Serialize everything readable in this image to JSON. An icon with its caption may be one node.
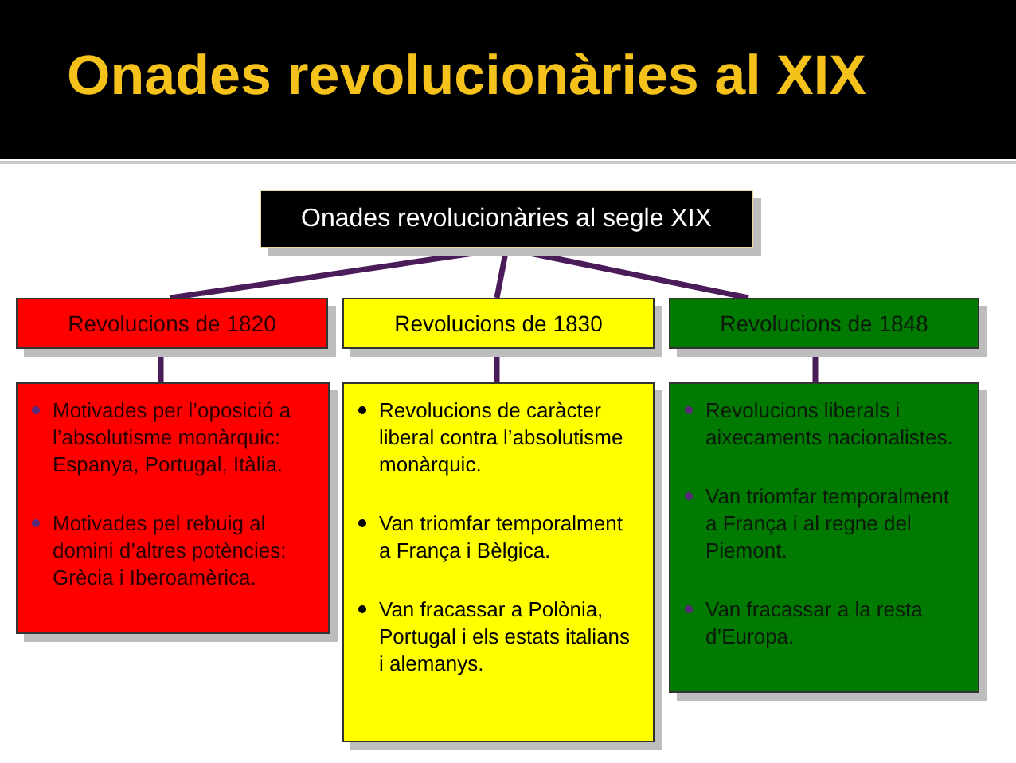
{
  "diagram": {
    "title": "Onades revolucionàries al XIX",
    "nodes": [
      {
        "text": [
          "Onades revolucionàries al segle XIX"
        ]
      },
      {
        "text": [
          "Revolucions de 1820"
        ]
      },
      {
        "text": [
          "Revolucions de 1830"
        ]
      },
      {
        "text": [
          "Revolucions de 1848"
        ]
      },
      {
        "text": [
          "Motivades per l’oposició a l’absolutisme monàrquic: Espanya, Portugal, Itàlia.",
          "Motivades pel rebuig al domini d’altres potències: Grècia i Iberoamèrica."
        ]
      },
      {
        "text": [
          "Revolucions de caràcter liberal contra l’absolutisme monàrquic.",
          "Van triomfar temporalment a França i Bèlgica.",
          "Van fracassar a Polònia, Portugal i els estats italians i alemanys."
        ]
      },
      {
        "text": [
          "Revolucions liberals i aixecaments nacionalistes.",
          "Van triomfar temporalment a França i al regne del Piemont.",
          "Van fracassar a la resta d’Europa."
        ]
      }
    ],
    "edges": [
      {
        "from": 0,
        "to": 1,
        "arrow": "none"
      },
      {
        "from": 0,
        "to": 2,
        "arrow": "none"
      },
      {
        "from": 0,
        "to": 3,
        "arrow": "none"
      },
      {
        "from": 1,
        "to": 4,
        "arrow": "none"
      },
      {
        "from": 2,
        "to": 5,
        "arrow": "none"
      },
      {
        "from": 3,
        "to": 6,
        "arrow": "none"
      }
    ]
  }
}
